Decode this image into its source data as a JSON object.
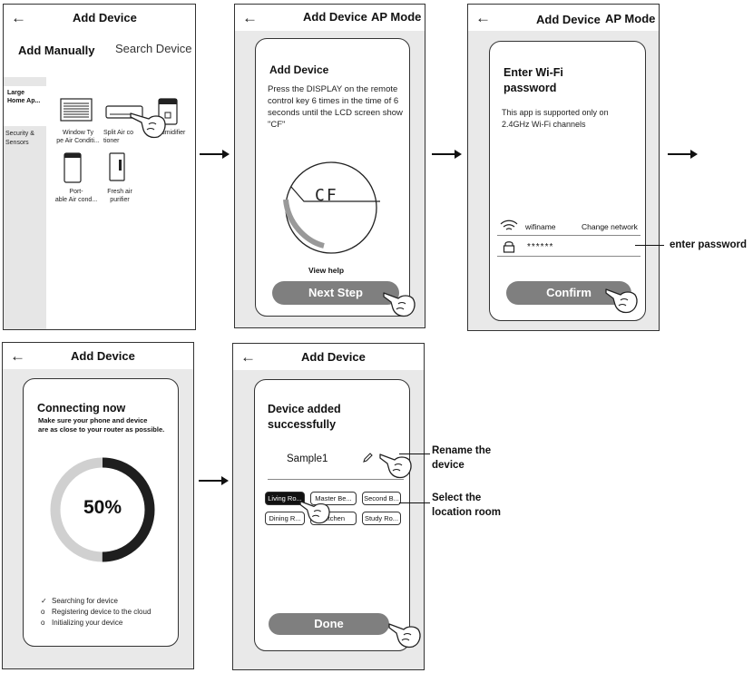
{
  "screen1": {
    "title": "Add Device",
    "tab_manual": "Add Manually",
    "tab_search": "Search Device",
    "categories": [
      "Large\nHome Ap...",
      "Security &\nSensors"
    ],
    "devices": [
      "Window Ty\npe Air Conditi...",
      "Split Air co\ntioner",
      "humidifier",
      "Port-\nable Air cond...",
      "Fresh air\npurifier"
    ]
  },
  "screen2": {
    "title": "Add Device",
    "mode": "AP Mode",
    "card_title": "Add Device",
    "instructions": "Press the DISPLAY on the remote control key 6 times in the time of 6 seconds until the LCD screen show \"CF\"",
    "lcd_text": "CF",
    "view_help": "View help",
    "next_button": "Next Step"
  },
  "screen3": {
    "title": "Add Device",
    "mode": "AP Mode",
    "heading": "Enter Wi-Fi\npassword",
    "note": "This app is supported only on\n2.4GHz Wi-Fi channels",
    "wifi_name": "wifiname",
    "change_network": "Change network",
    "password_value": "******",
    "confirm_button": "Confirm",
    "callout": "enter password"
  },
  "screen4": {
    "title": "Add Device",
    "heading": "Connecting now",
    "subtitle": "Make sure your phone and device\nare as close to your router as possible.",
    "progress_text": "50%",
    "progress_value": 0.5,
    "steps": [
      {
        "mark": "✓",
        "text": "Searching for device"
      },
      {
        "mark": "o",
        "text": "Registering device to the cloud"
      },
      {
        "mark": "o",
        "text": "Initializing your device"
      }
    ]
  },
  "screen5": {
    "title": "Add Device",
    "heading": "Device added\nsuccessfully",
    "device_name": "Sample1",
    "rooms": [
      "Living Ro...",
      "Master Be...",
      "Second B...",
      "Dining R...",
      "Kitchen",
      "Study Ro..."
    ],
    "selected_room": "Living Ro...",
    "done_button": "Done",
    "callout_rename": "Rename the\ndevice",
    "callout_room": "Select the\nlocation room"
  },
  "colors": {
    "button_gray": "#7f7f7f",
    "panel_gray": "#e9e9e9",
    "progress_dark": "#1e1e1e",
    "progress_light": "#d0d0d0"
  }
}
